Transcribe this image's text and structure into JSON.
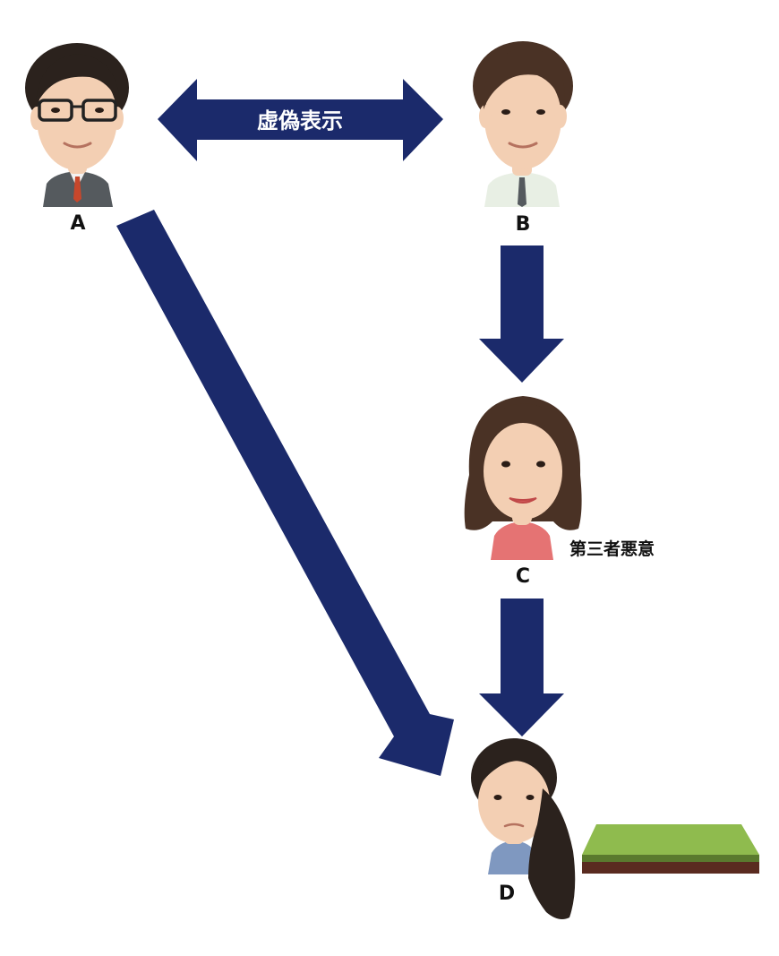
{
  "colors": {
    "arrow": "#1b2a6b",
    "skin": "#f3cfb3",
    "hair_dark": "#2b221d",
    "hair_brown": "#4a3225",
    "suit_gray": "#555a5e",
    "shirt_white": "#f2f2f2",
    "tie_red": "#c8472b",
    "top_green_white": "#e8efe4",
    "top_pink": "#e57373",
    "top_blue": "#7f98c0",
    "grass": "#8fbb4e",
    "grass_edge": "#5a7a2e",
    "soil": "#5a2b20"
  },
  "persons": {
    "a": {
      "label": "A"
    },
    "b": {
      "label": "B"
    },
    "c": {
      "label": "C",
      "note": "第三者悪意"
    },
    "d": {
      "label": "D"
    }
  },
  "arrows": {
    "ab": {
      "label": "虚偽表示",
      "direction": "both"
    },
    "bc": {
      "direction": "down"
    },
    "cd": {
      "direction": "down"
    },
    "ad": {
      "direction": "diagonal"
    }
  },
  "icons": {
    "land": "land-plot-icon"
  }
}
